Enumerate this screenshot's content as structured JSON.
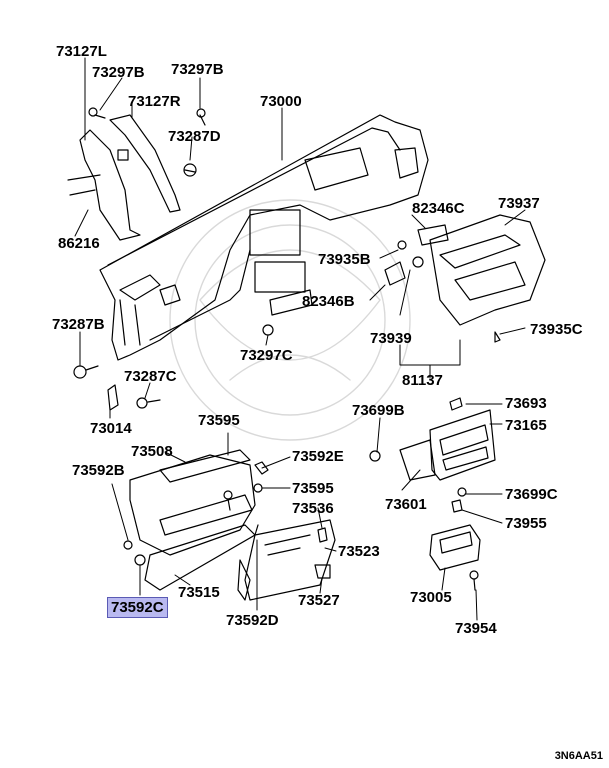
{
  "diagram": {
    "highlight_color": "#b9b9f0",
    "part_numbers": {
      "p73127L": "73127L",
      "p73297B_1": "73297B",
      "p73297B_2": "73297B",
      "p73127R": "73127R",
      "p73287D": "73287D",
      "p73000": "73000",
      "p86216": "86216",
      "p82346C": "82346C",
      "p73937": "73937",
      "p73935B": "73935B",
      "p82346B": "82346B",
      "p73287B": "73287B",
      "p73297C": "73297C",
      "p73939": "73939",
      "p73935C": "73935C",
      "p81137": "81137",
      "p73287C": "73287C",
      "p73014": "73014",
      "p73595_1": "73595",
      "p73699B": "73699B",
      "p73693": "73693",
      "p73508": "73508",
      "p73165": "73165",
      "p73592E": "73592E",
      "p73592B": "73592B",
      "p73595_2": "73595",
      "p73601": "73601",
      "p73699C": "73699C",
      "p73536": "73536",
      "p73955": "73955",
      "p73523": "73523",
      "p73515": "73515",
      "p73527": "73527",
      "p73005": "73005",
      "p73592C": "73592C",
      "p73592D": "73592D",
      "p73954": "73954"
    },
    "diagram_code": "3N6AA51"
  }
}
